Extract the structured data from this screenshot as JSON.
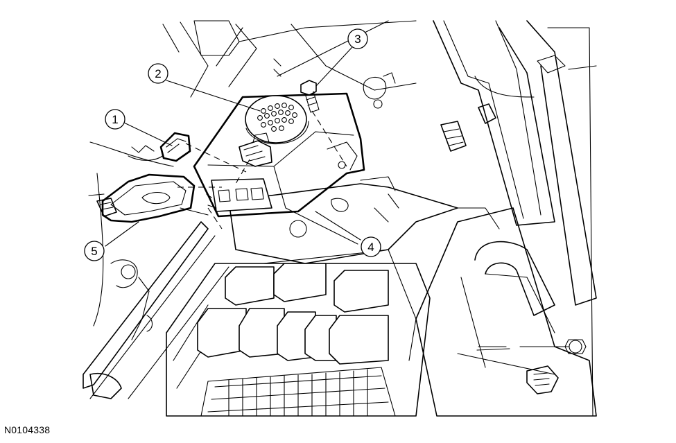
{
  "figure_id": "N0104338",
  "callouts": [
    "1",
    "2",
    "3",
    "4",
    "5"
  ]
}
